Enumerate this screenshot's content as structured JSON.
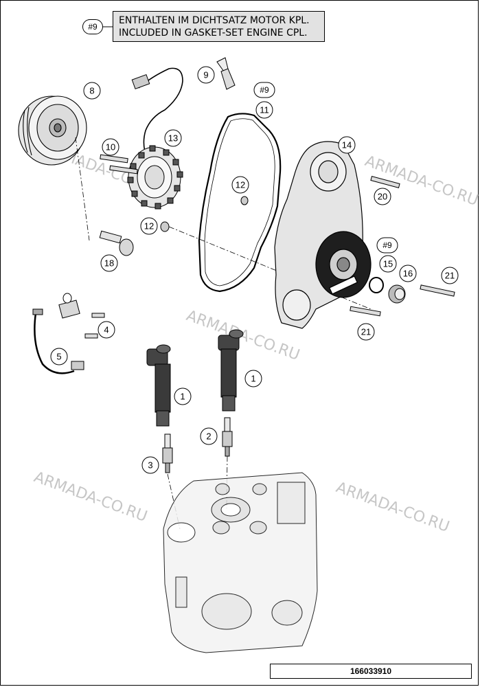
{
  "note": {
    "ref": "#9",
    "line_de": "ENTHALTEN IM DICHTSATZ MOTOR KPL.",
    "line_en": "INCLUDED IN GASKET-SET ENGINE CPL."
  },
  "watermarks": [
    "ARMADA-CO.RU",
    "ARMADA-CO.RU",
    "ARMADA-CO.RU",
    "ARMADA-CO.RU",
    "ARMADA-CO.RU"
  ],
  "callouts": {
    "c1a": "1",
    "c1b": "1",
    "c2": "2",
    "c3": "3",
    "c4": "4",
    "c5": "5",
    "c8": "8",
    "c9": "9",
    "c9b": "#9",
    "c9c": "#9",
    "c10": "10",
    "c11": "11",
    "c12a": "12",
    "c12b": "12",
    "c13": "13",
    "c14": "14",
    "c15": "15",
    "c16": "16",
    "c18": "18",
    "c20": "20",
    "c21a": "21",
    "c21b": "21"
  },
  "drawing_number": "166033910"
}
